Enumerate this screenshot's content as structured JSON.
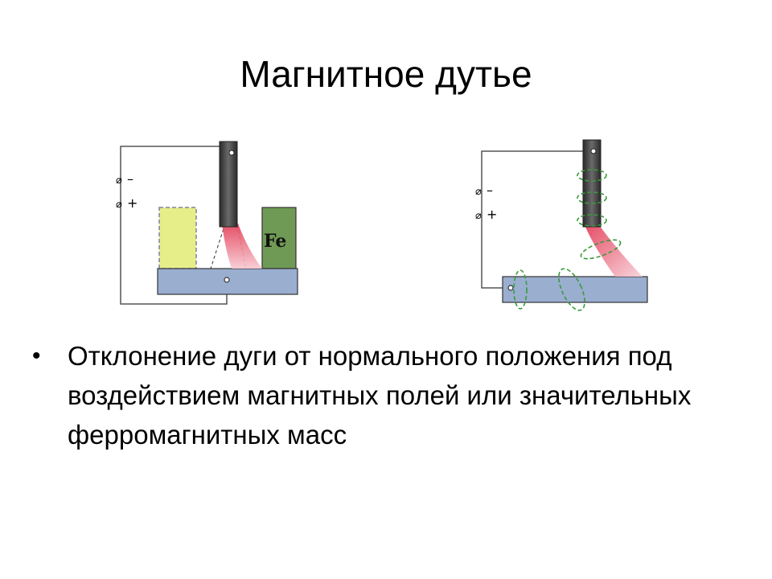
{
  "slide": {
    "title": "Магнитное дутье",
    "bullets": [
      {
        "text": "Отклонение дуги от нормального положения под воздействием магнитных полей или значительных ферромагнитных масс"
      }
    ]
  },
  "diagram_left": {
    "terminal_minus": "–",
    "terminal_plus": "+",
    "terminal_symbol": "⌀",
    "fe_label": "Fe"
  },
  "diagram_right": {
    "terminal_minus": "–",
    "terminal_plus": "+",
    "terminal_symbol": "⌀"
  },
  "colors": {
    "workpiece": "#9aaed0",
    "fe_block": "#6f9a55",
    "yellow_block": "#e6ee8a",
    "electrode": "#3d3d3d",
    "arc": "#e8556a",
    "field_lines": "#3a9a3a"
  }
}
